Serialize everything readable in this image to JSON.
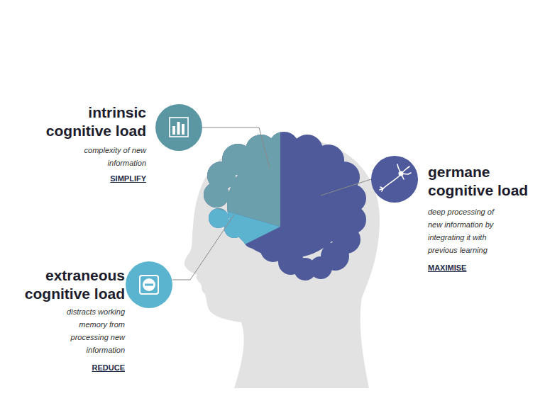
{
  "diagram": {
    "nodes": [
      {
        "text": [
          "intrinsic cognitive load",
          "complexity of new information",
          "SIMPLIFY"
        ]
      },
      {
        "text": [
          "germane cognitive load",
          "deep processing of new information by integrating it with previous learning",
          "MAXIMISE"
        ]
      },
      {
        "text": [
          "extraneous cognitive load",
          "distracts working memory from processing new information",
          "REDUCE"
        ]
      }
    ]
  }
}
